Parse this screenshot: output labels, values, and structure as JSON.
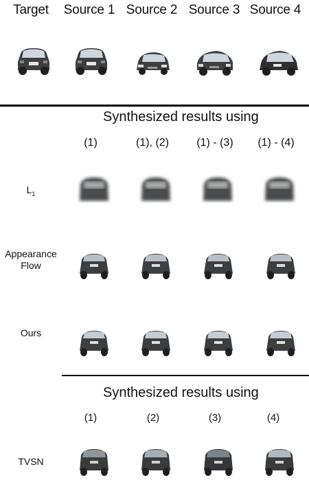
{
  "header": {
    "columns": [
      "Target",
      "Source 1",
      "Source 2",
      "Source 3",
      "Source 4"
    ]
  },
  "section1": {
    "caption": "Synthesized results using",
    "columns": [
      "(1)",
      "(1), (2)",
      "(1) - (3)",
      "(1) - (4)"
    ],
    "rows": [
      {
        "label": "L",
        "label_sub": "1"
      },
      {
        "label": "Appearance Flow"
      },
      {
        "label": "Ours"
      }
    ]
  },
  "section2": {
    "caption": "Synthesized results using",
    "columns": [
      "(1)",
      "(2)",
      "(3)",
      "(4)"
    ],
    "rows": [
      {
        "label": "TVSN"
      }
    ]
  },
  "colors": {
    "car_body": "#3d3e40",
    "car_dark": "#1e1f21",
    "window": "#cfd6df",
    "blur": "#4a4b4e",
    "rule": "#000000"
  }
}
